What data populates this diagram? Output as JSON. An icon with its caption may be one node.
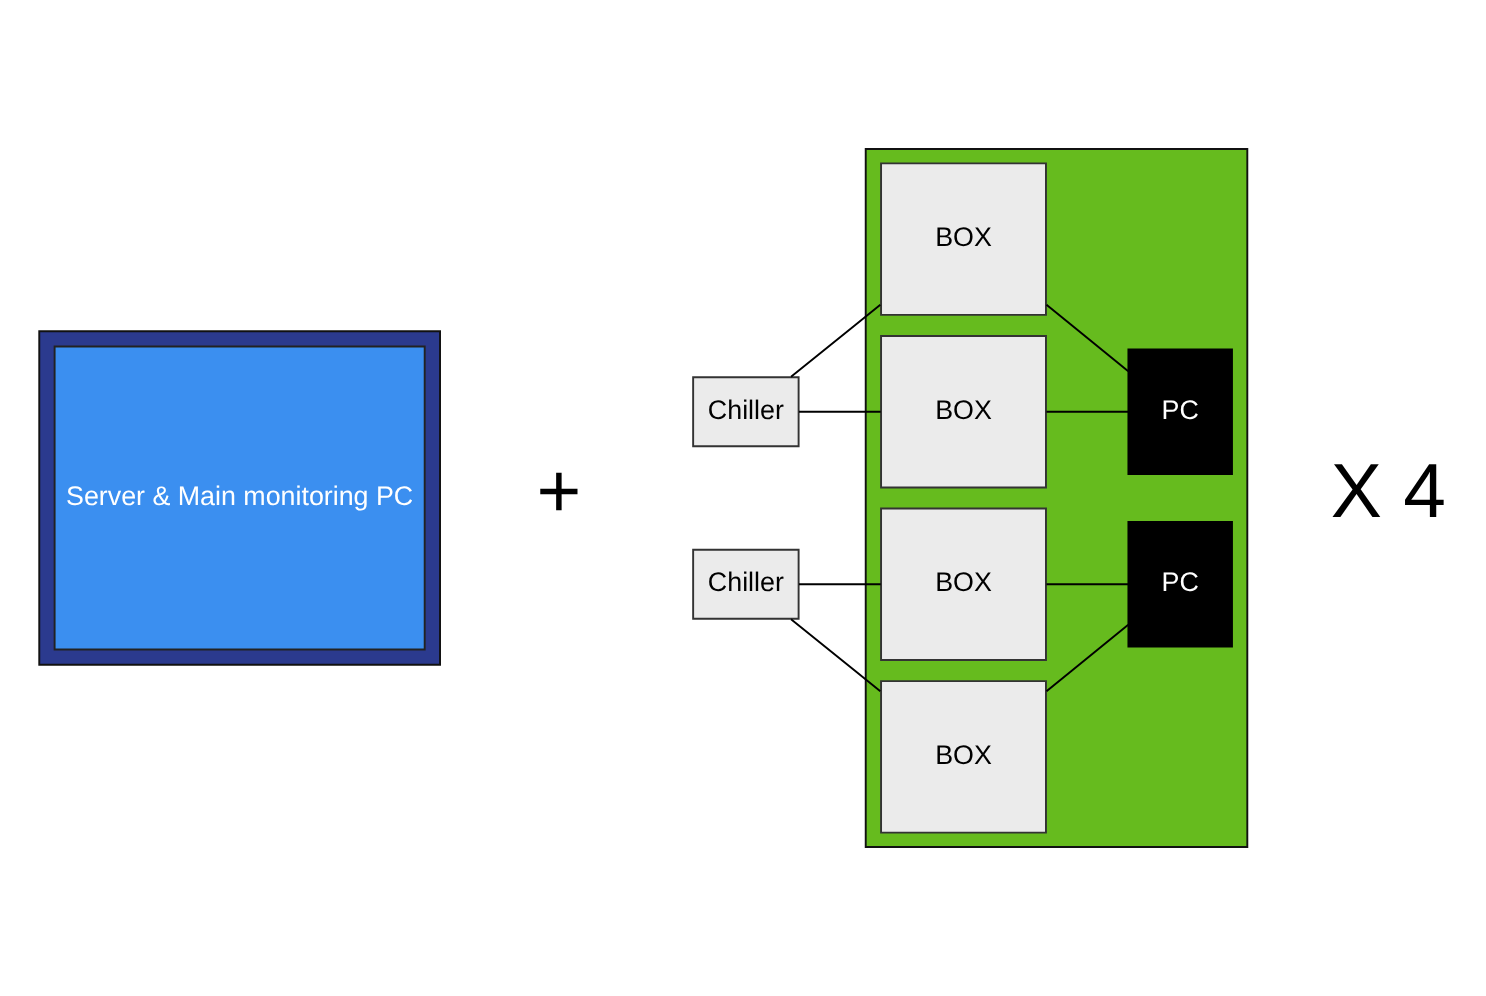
{
  "diagram": {
    "nodes": [
      {
        "text": [],
        "shape": "box"
      },
      {
        "text": [
          "Server & Main monitoring PC"
        ],
        "in": 0
      },
      {
        "text": [],
        "shape": "box"
      },
      {
        "text": [
          "BOX"
        ],
        "in": 2
      },
      {
        "text": [
          "BOX"
        ],
        "in": 2
      },
      {
        "text": [
          "PC"
        ],
        "in": 2
      },
      {
        "text": [
          "BOX"
        ],
        "in": 2
      },
      {
        "text": [
          "BOX"
        ],
        "in": 2
      },
      {
        "text": [
          "PC"
        ],
        "in": 2
      },
      {
        "text": [
          "Chiller"
        ]
      },
      {
        "text": [
          "Chiller"
        ]
      }
    ],
    "edges": [
      {
        "from": 9,
        "to": 3,
        "arrow": "none"
      },
      {
        "from": 9,
        "to": 4,
        "arrow": "none"
      },
      {
        "from": 3,
        "to": 5,
        "arrow": "none"
      },
      {
        "from": 4,
        "to": 5,
        "arrow": "none"
      },
      {
        "from": 10,
        "to": 6,
        "arrow": "none"
      },
      {
        "from": 10,
        "to": 7,
        "arrow": "none"
      },
      {
        "from": 6,
        "to": 8,
        "arrow": "none"
      },
      {
        "from": 7,
        "to": 8,
        "arrow": "none"
      }
    ],
    "labels": [
      "+",
      "X 4"
    ]
  }
}
